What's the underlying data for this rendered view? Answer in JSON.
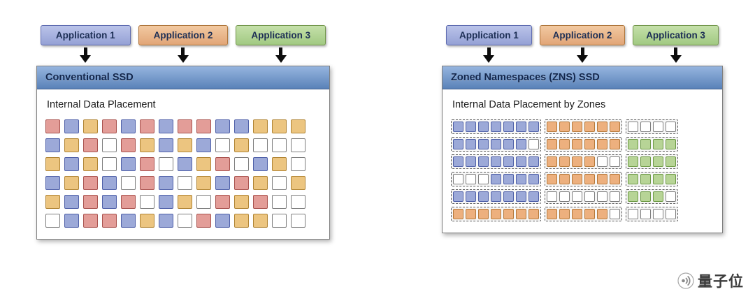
{
  "apps": [
    {
      "label": "Application 1",
      "fill_top": "#bac3e9",
      "fill_bottom": "#95a1d5",
      "border": "#5e6bb0",
      "text_color": "#1d2f55"
    },
    {
      "label": "Application 2",
      "fill_top": "#f2c9a1",
      "fill_bottom": "#e1a577",
      "border": "#ae763c",
      "text_color": "#1d2f55"
    },
    {
      "label": "Application 3",
      "fill_top": "#c5e0aa",
      "fill_bottom": "#a1c982",
      "border": "#73974c",
      "text_color": "#1d2f55"
    }
  ],
  "left_panel": {
    "header": "Conventional SSD",
    "subtitle": "Internal Data Placement"
  },
  "right_panel": {
    "header": "Zoned Namespaces (ZNS) SSD",
    "subtitle": "Internal Data Placement  by Zones"
  },
  "colors": {
    "R": {
      "fill": "#e39d98",
      "border": "#a8524e"
    },
    "B": {
      "fill": "#9ca9d8",
      "border": "#4f60a8"
    },
    "Y": {
      "fill": "#ecc580",
      "border": "#b08434"
    },
    "W": {
      "fill": "#ffffff",
      "border": "#7e7e7e"
    },
    "O": {
      "fill": "#edb07e",
      "border": "#b5793a"
    },
    "G": {
      "fill": "#b7d496",
      "border": "#6d9a45"
    }
  },
  "left_grid": {
    "rows": [
      "RBYRBRBRRBBYYY",
      "BYRWRYBYBWYWWW",
      "YBYWBRWBYRWBYW",
      "BYRBWRBWYBRYWY",
      "YBRBRWBYWRYRWW",
      "WBRRBYBWRBYYWW"
    ]
  },
  "right_grid": {
    "rows": [
      [
        "BBBBBBB",
        "OOOOOO",
        "WWWW"
      ],
      [
        "BBBBBBW",
        "OOOOOO",
        "GGGG"
      ],
      [
        "BBBBBBB",
        "OOOOWW",
        "GGGG"
      ],
      [
        "WWWBBBB",
        "OOOOOO",
        "GGGG"
      ],
      [
        "BBBBBBB",
        "WWWWWW",
        "GGGW"
      ],
      [
        "OOOOOOO",
        "OOOOOW",
        "WWWW"
      ]
    ]
  },
  "watermark": {
    "text": "量子位"
  }
}
